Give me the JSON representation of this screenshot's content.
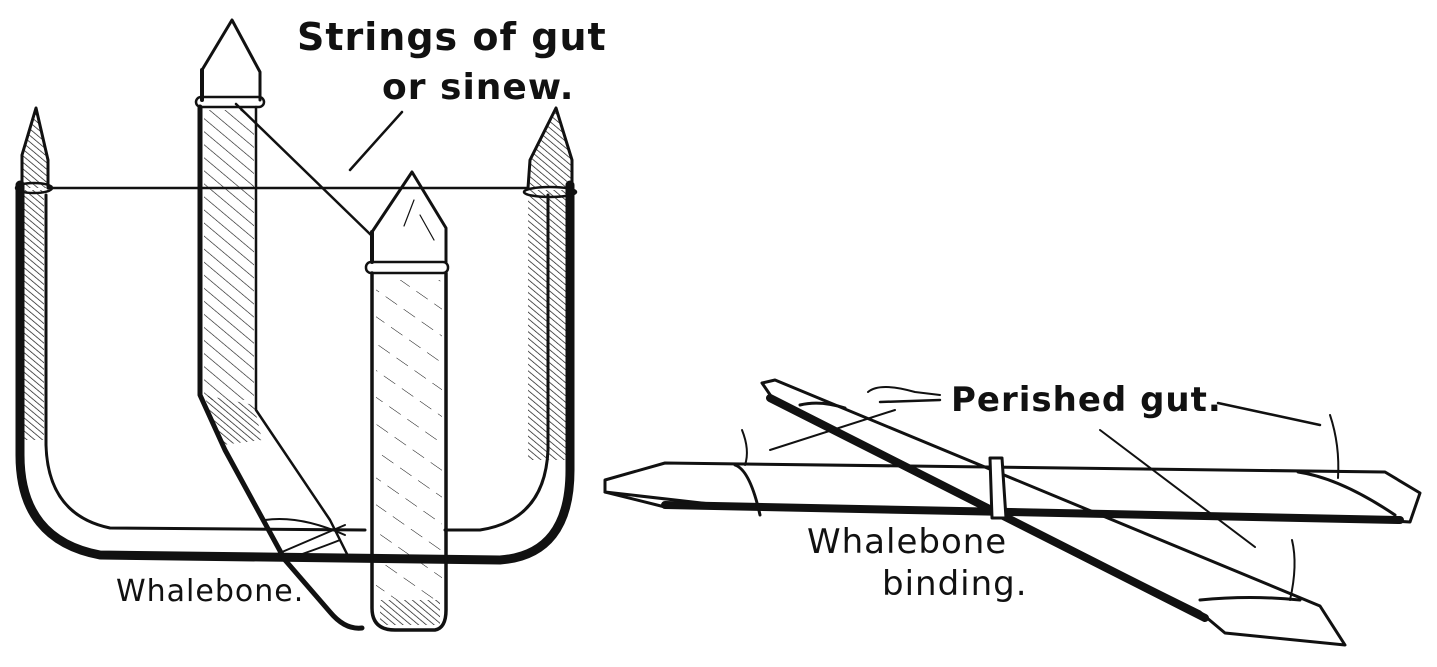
{
  "figure": {
    "left_drawing": {
      "name": "four-pronged whalebone frame",
      "labels": {
        "strings_line1": "Strings of gut",
        "strings_line2": "or sinew.",
        "whalebone": "Whalebone."
      }
    },
    "right_drawing": {
      "name": "crossed whalebone slats",
      "labels": {
        "perished_gut": "Perished gut.",
        "binding_line1": "Whalebone",
        "binding_line2": "binding."
      }
    },
    "colors": {
      "ink": "#111111",
      "paper": "#ffffff"
    }
  }
}
